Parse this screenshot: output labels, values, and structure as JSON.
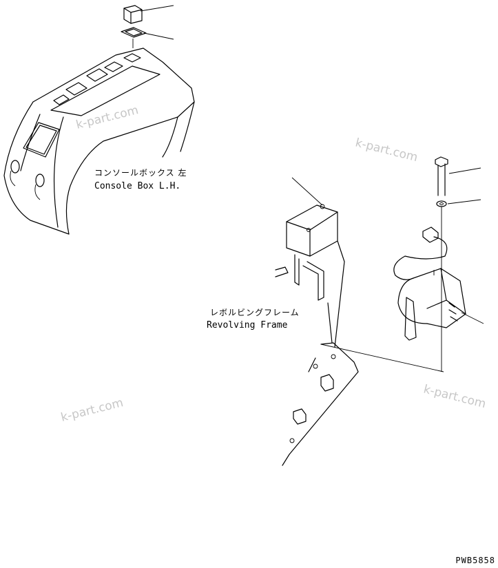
{
  "labels": {
    "console_jp": "コンソールボックス 左",
    "console_en": "Console Box L.H.",
    "frame_jp": "レボルビングフレーム",
    "frame_en": "Revolving Frame"
  },
  "watermarks": [
    "k-part.com",
    "k-part.com",
    "k-part.com",
    "k-part.com"
  ],
  "drawing_code": "PWB5858"
}
